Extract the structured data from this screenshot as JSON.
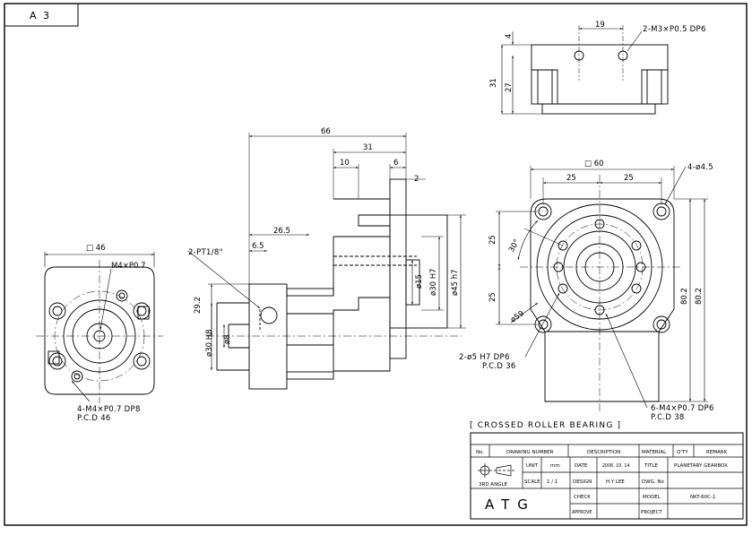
{
  "sheet": {
    "size": "A 3"
  },
  "section_title": "[ CROSSED ROLLER BEARING ]",
  "left_view": {
    "square": "□ 46",
    "thread_note": "M4×P0.7",
    "hole_note_1": "4-M4×P0.7 DP8",
    "hole_note_2": "P.C.D 46"
  },
  "side_view": {
    "dims": {
      "d66": "66",
      "d31": "31",
      "d10": "10",
      "d6": "6",
      "d2": "2",
      "d26_5": "26.5",
      "d6_5": "6.5",
      "d29_2": "29.2",
      "dia15": "ø15",
      "dia30h7": "ø30 H7",
      "dia45h7": "ø45 h7",
      "dia30h8": "ø30 H8",
      "dia8": "ø8"
    },
    "pt_note": "2-PT1/8\""
  },
  "top_view": {
    "d19": "19",
    "d4": "4",
    "d31": "31",
    "d27": "27",
    "note": "2-M3×P0.5 DP6"
  },
  "front_view": {
    "square": "□ 60",
    "d25a": "25",
    "d25b": "25",
    "d25c": "25",
    "d25d": "25",
    "d80_2a": "80.2",
    "d80_2b": "80.2",
    "angle": "30°",
    "pcd": "ø59",
    "hole_note": "4-ø4.5",
    "pin_note_1": "2-ø5 H7 DP6",
    "pin_note_2": "P.C.D 36",
    "tap_note_1": "6-M4×P0.7 DP6",
    "tap_note_2": "P.C.D 38"
  },
  "title_block": {
    "headers": {
      "no": "No.",
      "drawing_number": "DRAWING NUMBER",
      "description": "DESCRIPTION",
      "material": "MATERIAL",
      "qty": "Q'TY",
      "remark": "REMARK"
    },
    "projection": "3RD ANGLE",
    "unit_label": "UNIT",
    "unit_value": "mm",
    "scale_label": "SCALE",
    "scale_value": "1 / 1",
    "date_label": "DATE",
    "date_value": "2006. 10. 14",
    "design_label": "DESIGN",
    "design_value": "H.Y LEE",
    "check_label": "CHECK",
    "approve_label": "APPROVE",
    "title_label": "TITLE",
    "title_value": "PLANETARY GEARBOX",
    "dwg_label": "DWG. No",
    "model_label": "MODEL",
    "model_value": "NKT-60C-1",
    "project_label": "PROJECT",
    "company": "ATG"
  }
}
